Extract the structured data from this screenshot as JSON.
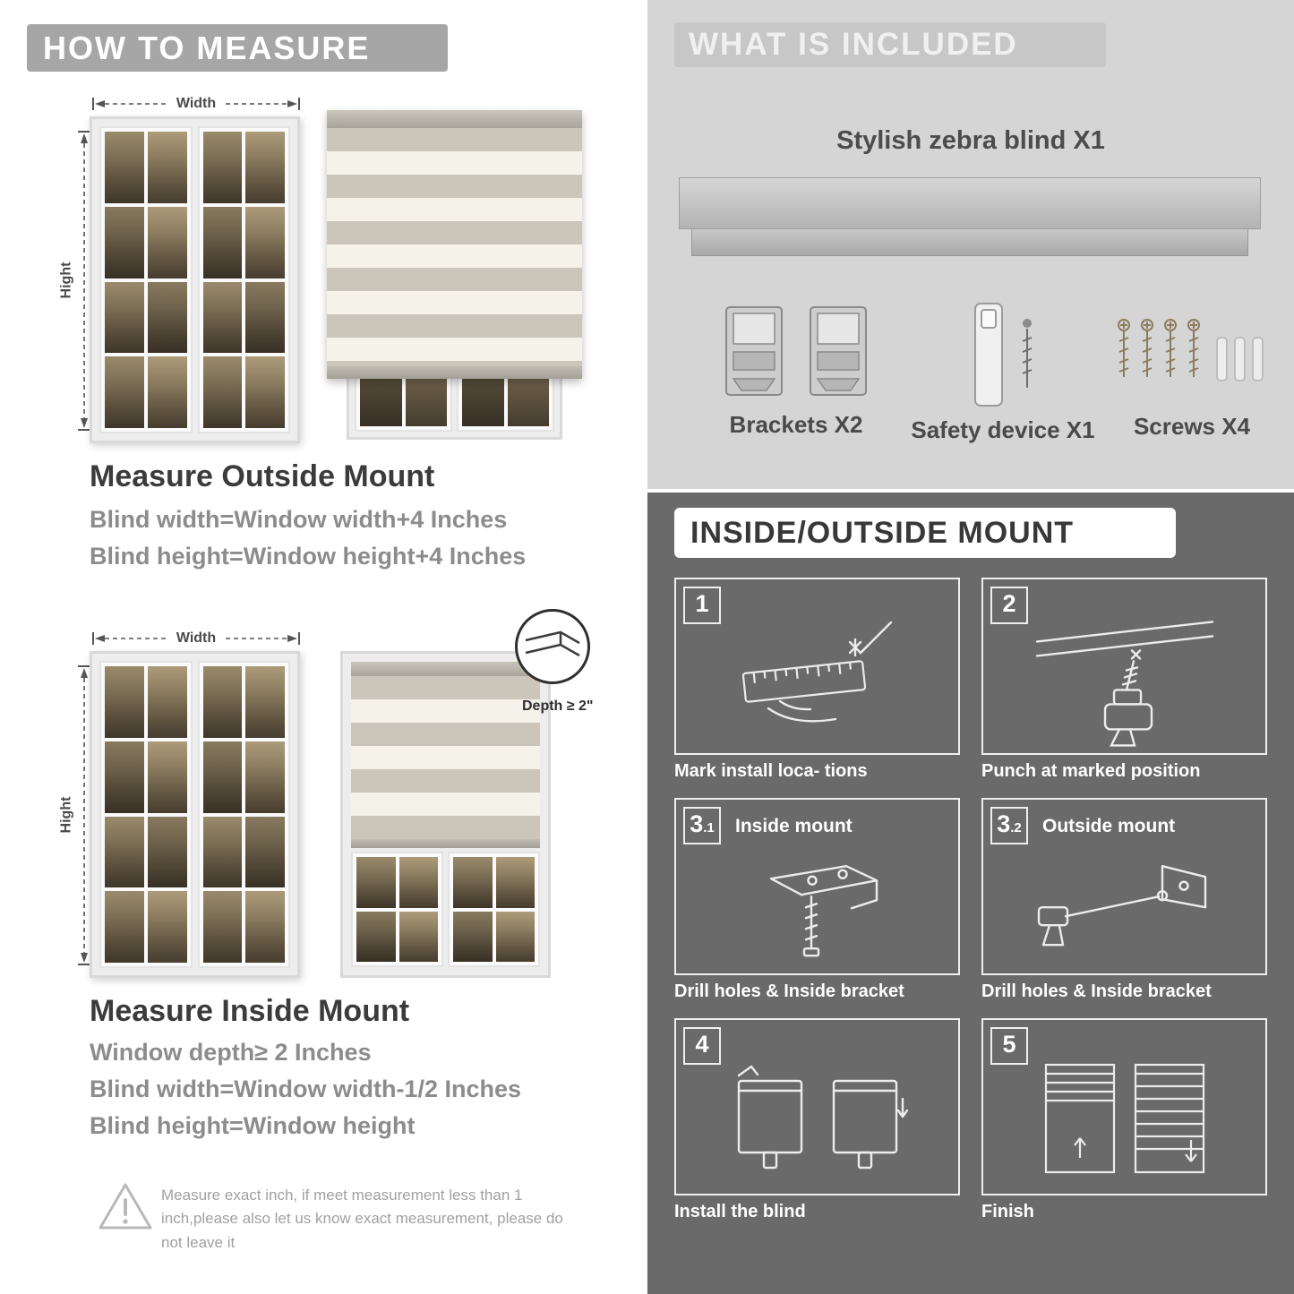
{
  "left": {
    "header": "HOW TO MEASURE",
    "outside": {
      "width_label": "Width",
      "height_label": "Hight",
      "title": "Measure Outside Mount",
      "formulas": [
        "Blind width=Window width+4 Inches",
        "Blind height=Window height+4 Inches"
      ]
    },
    "inside": {
      "width_label": "Width",
      "height_label": "Hight",
      "depth_label": "Depth ≥ 2\"",
      "title": "Measure Inside Mount",
      "formulas": [
        "Window depth≥ 2 Inches",
        "Blind width=Window width-1/2 Inches",
        "Blind height=Window height"
      ]
    },
    "warning_text": "Measure exact inch, if meet measurement less than 1 inch,please also let us know exact measurement, please do not leave it"
  },
  "right": {
    "included": {
      "header": "WHAT IS INCLUDED",
      "product_label": "Stylish zebra blind X1",
      "items": [
        {
          "label": "Brackets X2"
        },
        {
          "label": "Safety device X1"
        },
        {
          "label": "Screws X4"
        }
      ]
    },
    "mount": {
      "header": "INSIDE/OUTSIDE MOUNT",
      "steps": [
        {
          "num": "1",
          "sub": "",
          "title": "",
          "caption": "Mark install loca- tions"
        },
        {
          "num": "2",
          "sub": "",
          "title": "",
          "caption": "Punch at  marked position"
        },
        {
          "num": "3",
          "sub": ".1",
          "title": "Inside mount",
          "caption": "Drill holes &  Inside bracket"
        },
        {
          "num": "3",
          "sub": ".2",
          "title": "Outside mount",
          "caption": "Drill holes &  Inside bracket"
        },
        {
          "num": "4",
          "sub": "",
          "title": "",
          "caption": "Install the blind"
        },
        {
          "num": "5",
          "sub": "",
          "title": "",
          "caption": "Finish"
        }
      ]
    }
  },
  "colors": {
    "header_gray": "#a6a6a6",
    "panel_light": "#d5d5d5",
    "panel_dark": "#6a6a6a",
    "text_dark": "#3b3b3b",
    "text_gray": "#8c8c8c"
  }
}
